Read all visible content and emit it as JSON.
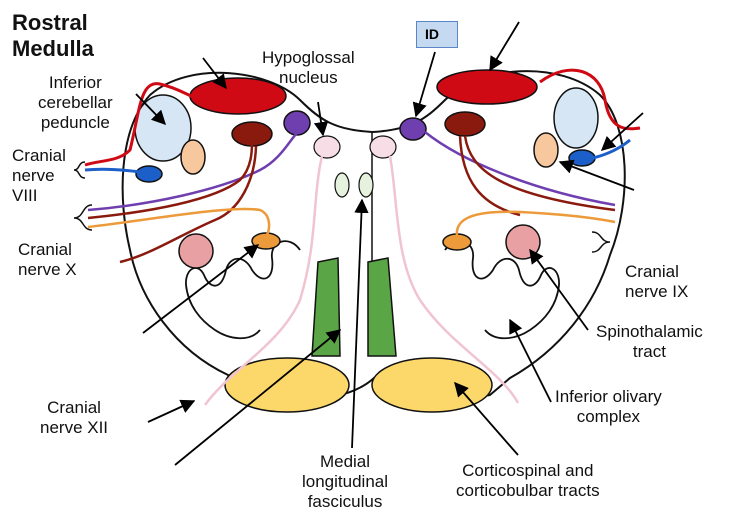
{
  "title": "Rostral\nMedulla",
  "tag": "ID",
  "labels": {
    "inferior_cerebellar_peduncle": "Inferior\ncerebellar\npeduncle",
    "hypoglossal_nucleus": "Hypoglossal\nnucleus",
    "cranial_nerve_viii": "Cranial\nnerve\nVIII",
    "cranial_nerve_x": "Cranial\nnerve X",
    "cranial_nerve_ix": "Cranial\nnerve IX",
    "spinothalamic_tract": "Spinothalamic\ntract",
    "inferior_olivary_complex": "Inferior olivary\ncomplex",
    "cranial_nerve_xii": "Cranial\nnerve XII",
    "medial_longitudinal_fasciculus": "Medial\nlongitudinal\nfasciculus",
    "corticospinal_tracts": "Corticospinal and\ncorticobulbar tracts"
  },
  "colors": {
    "red": "#d00a14",
    "dark_red": "#8a1a0e",
    "purple": "#6f3fb0",
    "light_blue": "#d6e6f4",
    "blue": "#1c5fc8",
    "peach": "#f7c79e",
    "orange": "#ec9a3a",
    "pink_nucleus": "#e8a0a2",
    "light_pink": "#f6dde6",
    "pale_green": "#e6f2dd",
    "green": "#5aa646",
    "yellow": "#fcd76a"
  }
}
